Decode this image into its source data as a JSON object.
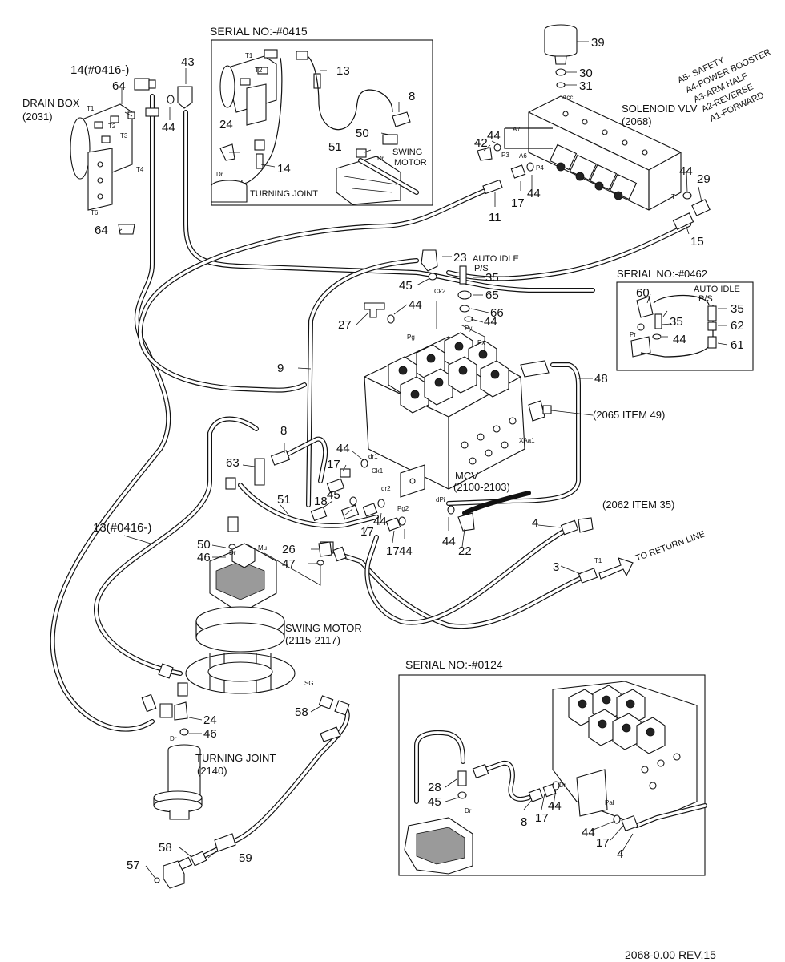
{
  "insets": {
    "serial_0415": "SERIAL NO:-#0415",
    "serial_0462": "SERIAL NO:-#0462",
    "serial_0124": "SERIAL NO:-#0124"
  },
  "components": {
    "drain_box": "DRAIN BOX",
    "drain_box_code": "(2031)",
    "solenoid_valve": "SOLENOID VLV",
    "solenoid_valve_code": "(2068)",
    "turning_joint_inset": "TURNING JOINT",
    "swing_motor_inset_1": "SWING",
    "swing_motor_inset_2": "MOTOR",
    "auto_idle_1": "AUTO IDLE",
    "auto_idle_ps": "P/S",
    "mcv": "MCV",
    "mcv_code": "(2100-2103)",
    "ref_2065": "(2065 ITEM 49)",
    "ref_2062": "(2062 ITEM 35)",
    "return_line": "TO RETURN LINE",
    "return_port": "T1",
    "swing_motor": "SWING MOTOR",
    "swing_motor_code": "(2115-2117)",
    "turning_joint": "TURNING JOINT",
    "turning_joint_code": "(2140)"
  },
  "solenoid_functions": [
    "A5- SAFETY",
    "A4-POWER BOOSTER",
    "A3-ARM HALF",
    "A2-REVERSE",
    "A1-FORWARD"
  ],
  "port_labels": {
    "t1": "T1",
    "t2": "T2",
    "t3": "T3",
    "t4": "T4",
    "t6": "T6",
    "dr": "Dr",
    "acc": "Acc",
    "a7": "A7",
    "a6": "A6",
    "p3": "P3",
    "p4": "P4",
    "t": "T",
    "ck2": "Ck2",
    "py": "Py",
    "px": "Px",
    "pg": "Pg",
    "dr1": "dr1",
    "ck1": "Ck1",
    "dr2": "dr2",
    "pg2": "Pg2",
    "dpi": "dPi",
    "xaa1": "XAa1",
    "mu": "Mu",
    "sg": "SG",
    "pr": "Pr",
    "pal": "Pal"
  },
  "callouts": {
    "c14_0416": "14(#0416-)",
    "c64a": "64",
    "c64b": "64",
    "c44a": "44",
    "c43": "43",
    "c13a": "13",
    "c8a": "8",
    "c50a": "50",
    "c24a": "24",
    "c51a": "51",
    "c14b": "14",
    "c39": "39",
    "c30": "30",
    "c31": "31",
    "c44b": "44",
    "c42": "42",
    "c44c": "44",
    "c29": "29",
    "c17a": "17",
    "c44d": "44",
    "c11": "11",
    "c15": "15",
    "c23": "23",
    "c35a": "35",
    "c45a": "45",
    "c65": "65",
    "c66": "66",
    "c44e": "44",
    "c27": "27",
    "c44f": "44",
    "c60": "60",
    "c35b": "35",
    "c35c": "35",
    "c62": "62",
    "c44g": "44",
    "c61": "61",
    "c9": "9",
    "c48": "48",
    "c8b": "8",
    "c63": "63",
    "c44h": "44",
    "c17b": "17",
    "c51b": "51",
    "c18": "18",
    "c45b": "45",
    "c17c": "17",
    "c44i": "44",
    "c17d": "17",
    "c44j": "44",
    "c44k": "44",
    "c22": "22",
    "c4a": "4",
    "c3": "3",
    "c13_0416": "13(#0416-)",
    "c50b": "50",
    "c46a": "46",
    "c26": "26",
    "c47": "47",
    "c24b": "24",
    "c46b": "46",
    "c58a": "58",
    "c58b": "58",
    "c59": "59",
    "c57": "57",
    "c28": "28",
    "c45c": "45",
    "c8c": "8",
    "c17e": "17",
    "c44l": "44",
    "c44m": "44",
    "c17f": "17",
    "c4b": "4"
  },
  "footer": "2068-0.00 REV.15"
}
